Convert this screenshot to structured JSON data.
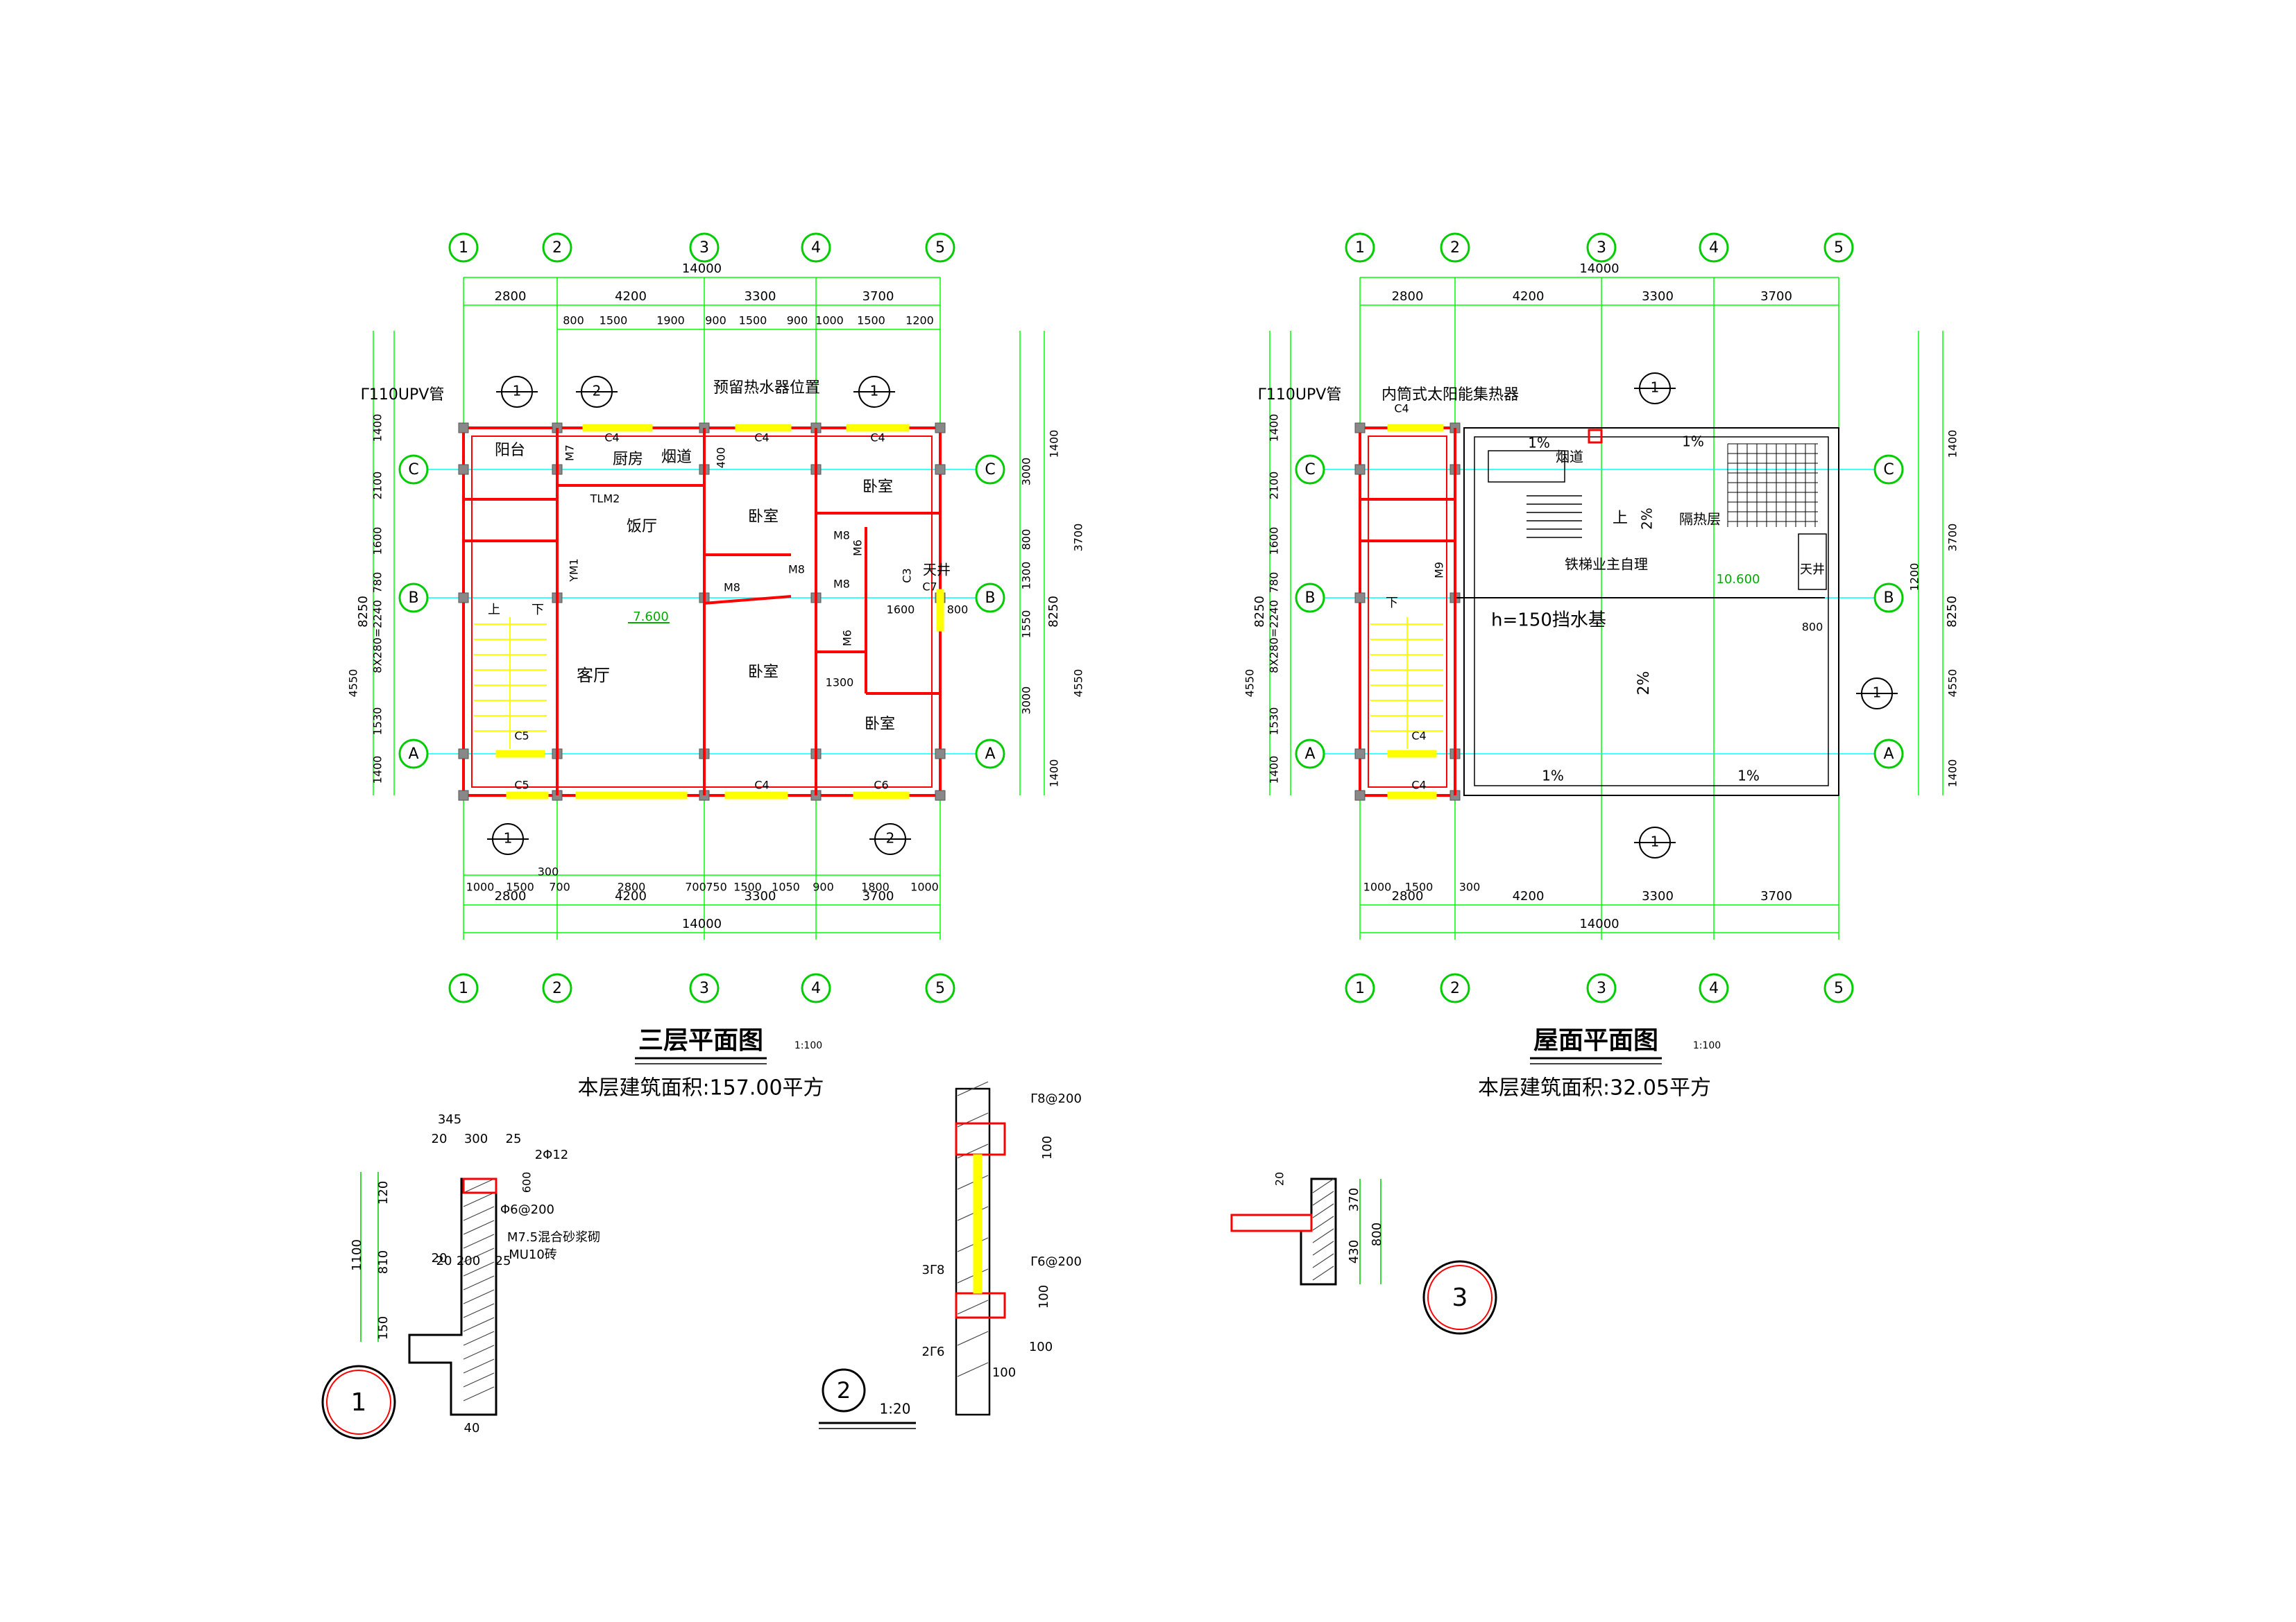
{
  "colors": {
    "grid": "#00ff00",
    "wall": "#ff0000",
    "window": "#ffff00",
    "axis": "#00ffff",
    "text": "#000000",
    "bubble": "#00cc00"
  },
  "axes": {
    "columns": [
      "1",
      "2",
      "3",
      "4",
      "5"
    ],
    "rows": [
      "C",
      "B",
      "A"
    ]
  },
  "left_plan": {
    "title": "三层平面图",
    "scale": "1:100",
    "area_label": "本层建筑面积:157.00平方",
    "top_total": "14000",
    "top_bays": [
      "2800",
      "4200",
      "3300",
      "3700"
    ],
    "top_sub": [
      "800",
      "1500",
      "1900",
      "900",
      "1500",
      "900",
      "1000",
      "1500",
      "1200"
    ],
    "bottom_sub": [
      "1000",
      "1500",
      "700",
      "2800",
      "700",
      "750",
      "1500",
      "1050",
      "900",
      "1800",
      "1000"
    ],
    "bottom_300": "300",
    "bottom_bays": [
      "2800",
      "4200",
      "3300",
      "3700"
    ],
    "bottom_total": "14000",
    "left_dims": [
      "1400",
      "2100",
      "1600",
      "780",
      "8X280=2240",
      "1530",
      "1400"
    ],
    "left_total": "8250",
    "left_4550": "4550",
    "right_dims": [
      "1400",
      "3000",
      "3700",
      "800",
      "1300",
      "1550",
      "3000",
      "4550",
      "1400"
    ],
    "right_total": "8250",
    "right_800": "800",
    "rooms": {
      "balcony": "阳台",
      "kitchen": "厨房",
      "flue": "烟道",
      "dining": "饭厅",
      "living": "客厅",
      "bedroom1": "卧室",
      "bedroom2": "卧室",
      "bedroom3": "卧室",
      "bedroom4": "卧室",
      "patio": "天井",
      "up": "上",
      "down": "下"
    },
    "labels": {
      "upv": "Γ110UPV管",
      "heater": "预留热水器位置",
      "c4a": "C4",
      "c4b": "C4",
      "c4c": "C4",
      "c4d": "C4",
      "c5a": "C5",
      "c5b": "C5",
      "c6": "C6",
      "c7": "C7",
      "c3": "C3",
      "m7": "M7",
      "tlm2": "TLM2",
      "ym1": "YM1",
      "m8a": "M8",
      "m8b": "M8",
      "m8c": "M8",
      "m8d": "M8",
      "m6a": "M6",
      "m6b": "M6",
      "d400": "400",
      "d1600": "1600",
      "d1300": "1300",
      "elev": "7.600"
    },
    "section_marks": [
      "1",
      "2",
      "1",
      "1",
      "2"
    ]
  },
  "right_plan": {
    "title": "屋面平面图",
    "scale": "1:100",
    "area_label": "本层建筑面积:32.05平方",
    "top_total": "14000",
    "top_bays": [
      "2800",
      "4200",
      "3300",
      "3700"
    ],
    "bottom_sub": [
      "1000",
      "1500",
      "300"
    ],
    "bottom_bays": [
      "2800",
      "4200",
      "3300",
      "3700"
    ],
    "bottom_total": "14000",
    "left_dims": [
      "1400",
      "2100",
      "1600",
      "780",
      "8X280=2240",
      "1530",
      "1400"
    ],
    "left_total": "8250",
    "left_4550": "4550",
    "right_dims": [
      "1400",
      "3700",
      "1200",
      "4550",
      "1400"
    ],
    "right_total": "8250",
    "labels": {
      "upv": "Γ110UPV管",
      "solar": "内筒式太阳能集热器",
      "flue": "烟道",
      "up": "上",
      "down": "下",
      "insul": "隔热层",
      "stair": "铁梯业主自理",
      "elev": "10.600",
      "curb": "h=150挡水基",
      "patio": "天井",
      "c4a": "C4",
      "c4b": "C4",
      "c4c": "C4",
      "m9": "M9",
      "s1": "1%",
      "s2": "1%",
      "s3": "2%",
      "s4": "2%",
      "s5": "1%",
      "s6": "1%",
      "d800": "800"
    },
    "section_marks": [
      "1",
      "1",
      "1"
    ]
  },
  "detail1": {
    "number": "1",
    "dims": [
      "345",
      "20",
      "300",
      "25",
      "20",
      "120",
      "810",
      "1100",
      "150",
      "20",
      "200",
      "25",
      "40"
    ],
    "rebar": [
      "2Φ12",
      "Φ6@200",
      "Φ6@200",
      "600"
    ],
    "note1": "M7.5混合砂浆砌",
    "note2": "MU10砖"
  },
  "detail2": {
    "number": "2",
    "scale": "1:20",
    "labels": [
      "Γ8@200",
      "3Γ8",
      "100",
      "Γ6@200",
      "100",
      "2Γ6",
      "100",
      "100"
    ]
  },
  "detail3": {
    "number": "3",
    "dims": [
      "370",
      "430",
      "800",
      "20"
    ]
  }
}
